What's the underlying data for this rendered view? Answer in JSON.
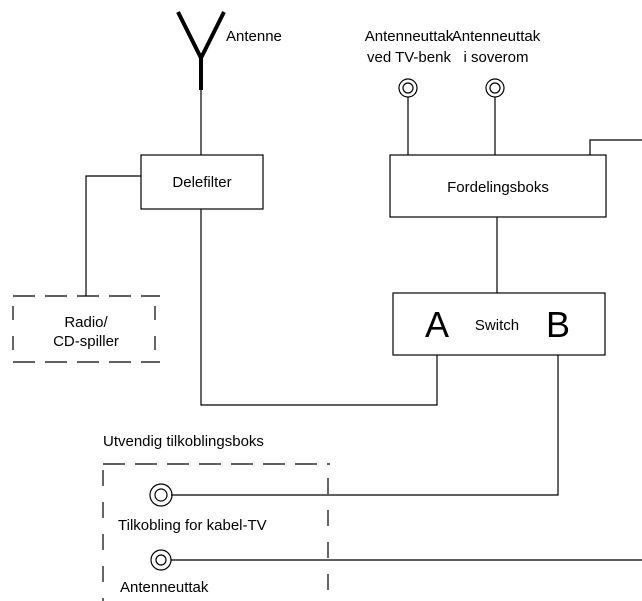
{
  "antenna": {
    "label": "Antenne"
  },
  "outlets": {
    "tv_bench": {
      "line1": "Antenneuttak",
      "line2": "ved TV-benk"
    },
    "bedroom": {
      "line1": "Antenneuttak",
      "line2": "i soverom"
    }
  },
  "delefilter": {
    "label": "Delefilter"
  },
  "fordelingsboks": {
    "label": "Fordelingsboks"
  },
  "radio": {
    "line1": "Radio/",
    "line2": "CD-spiller"
  },
  "switch": {
    "label": "Switch",
    "port_a": "A",
    "port_b": "B"
  },
  "external_box": {
    "title": "Utvendig tilkoblingsboks",
    "cable_tv": "Tilkobling for kabel-TV",
    "antenna_outlet": "Antenneuttak"
  }
}
